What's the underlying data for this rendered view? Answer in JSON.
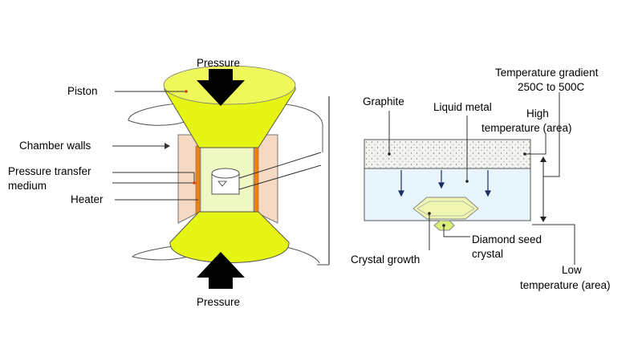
{
  "press": {
    "pressure_top": "Pressure",
    "pressure_bottom": "Pressure",
    "piston": "Piston",
    "chamber_walls": "Chamber walls",
    "pressure_transfer_line1": "Pressure transfer",
    "pressure_transfer_line2": "medium",
    "heater": "Heater"
  },
  "growth_cell": {
    "temp_gradient_line1": "Temperature gradient",
    "temp_gradient_line2": "250C to 500C",
    "graphite": "Graphite",
    "liquid_metal": "Liquid metal",
    "high_temp_line1": "High",
    "high_temp_line2": "temperature (area)",
    "diamond_seed_line1": "Diamond seed",
    "diamond_seed_line2": "crystal",
    "crystal_growth": "Crystal growth",
    "low_temp_line1": "Low",
    "low_temp_line2": "temperature (area)"
  },
  "colors": {
    "anvil": "#e6f514",
    "heater": "#e8821e",
    "chamber_wall": "#f6d9c2",
    "liquid_metal": "#e8f6fb",
    "graphite": "#f2f2ee",
    "crystal": "#f0f6b0"
  }
}
